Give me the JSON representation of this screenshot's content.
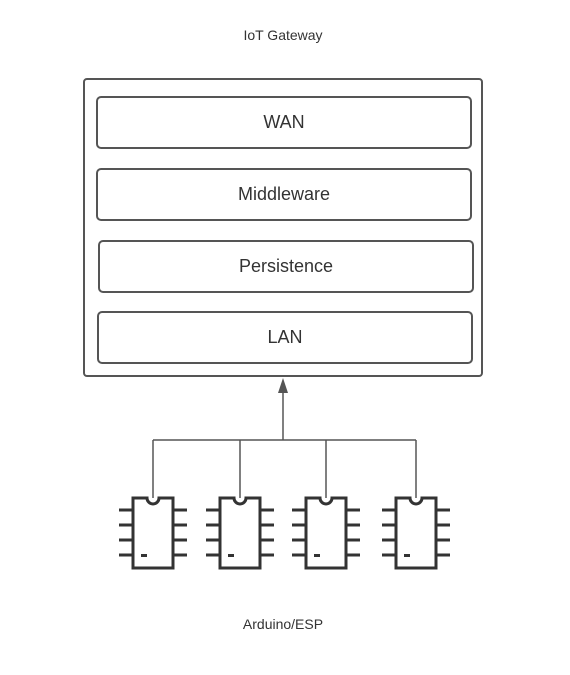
{
  "diagram": {
    "gateway_title": "IoT Gateway",
    "layers": [
      "WAN",
      "Middleware",
      "Persistence",
      "LAN"
    ],
    "devices_label": "Arduino/ESP",
    "device_count": 4,
    "colors": {
      "stroke": "#555555",
      "chip_stroke": "#333333",
      "text": "#333333",
      "background": "#ffffff"
    },
    "icons": [
      "chip-icon",
      "arrow-up-icon"
    ]
  }
}
